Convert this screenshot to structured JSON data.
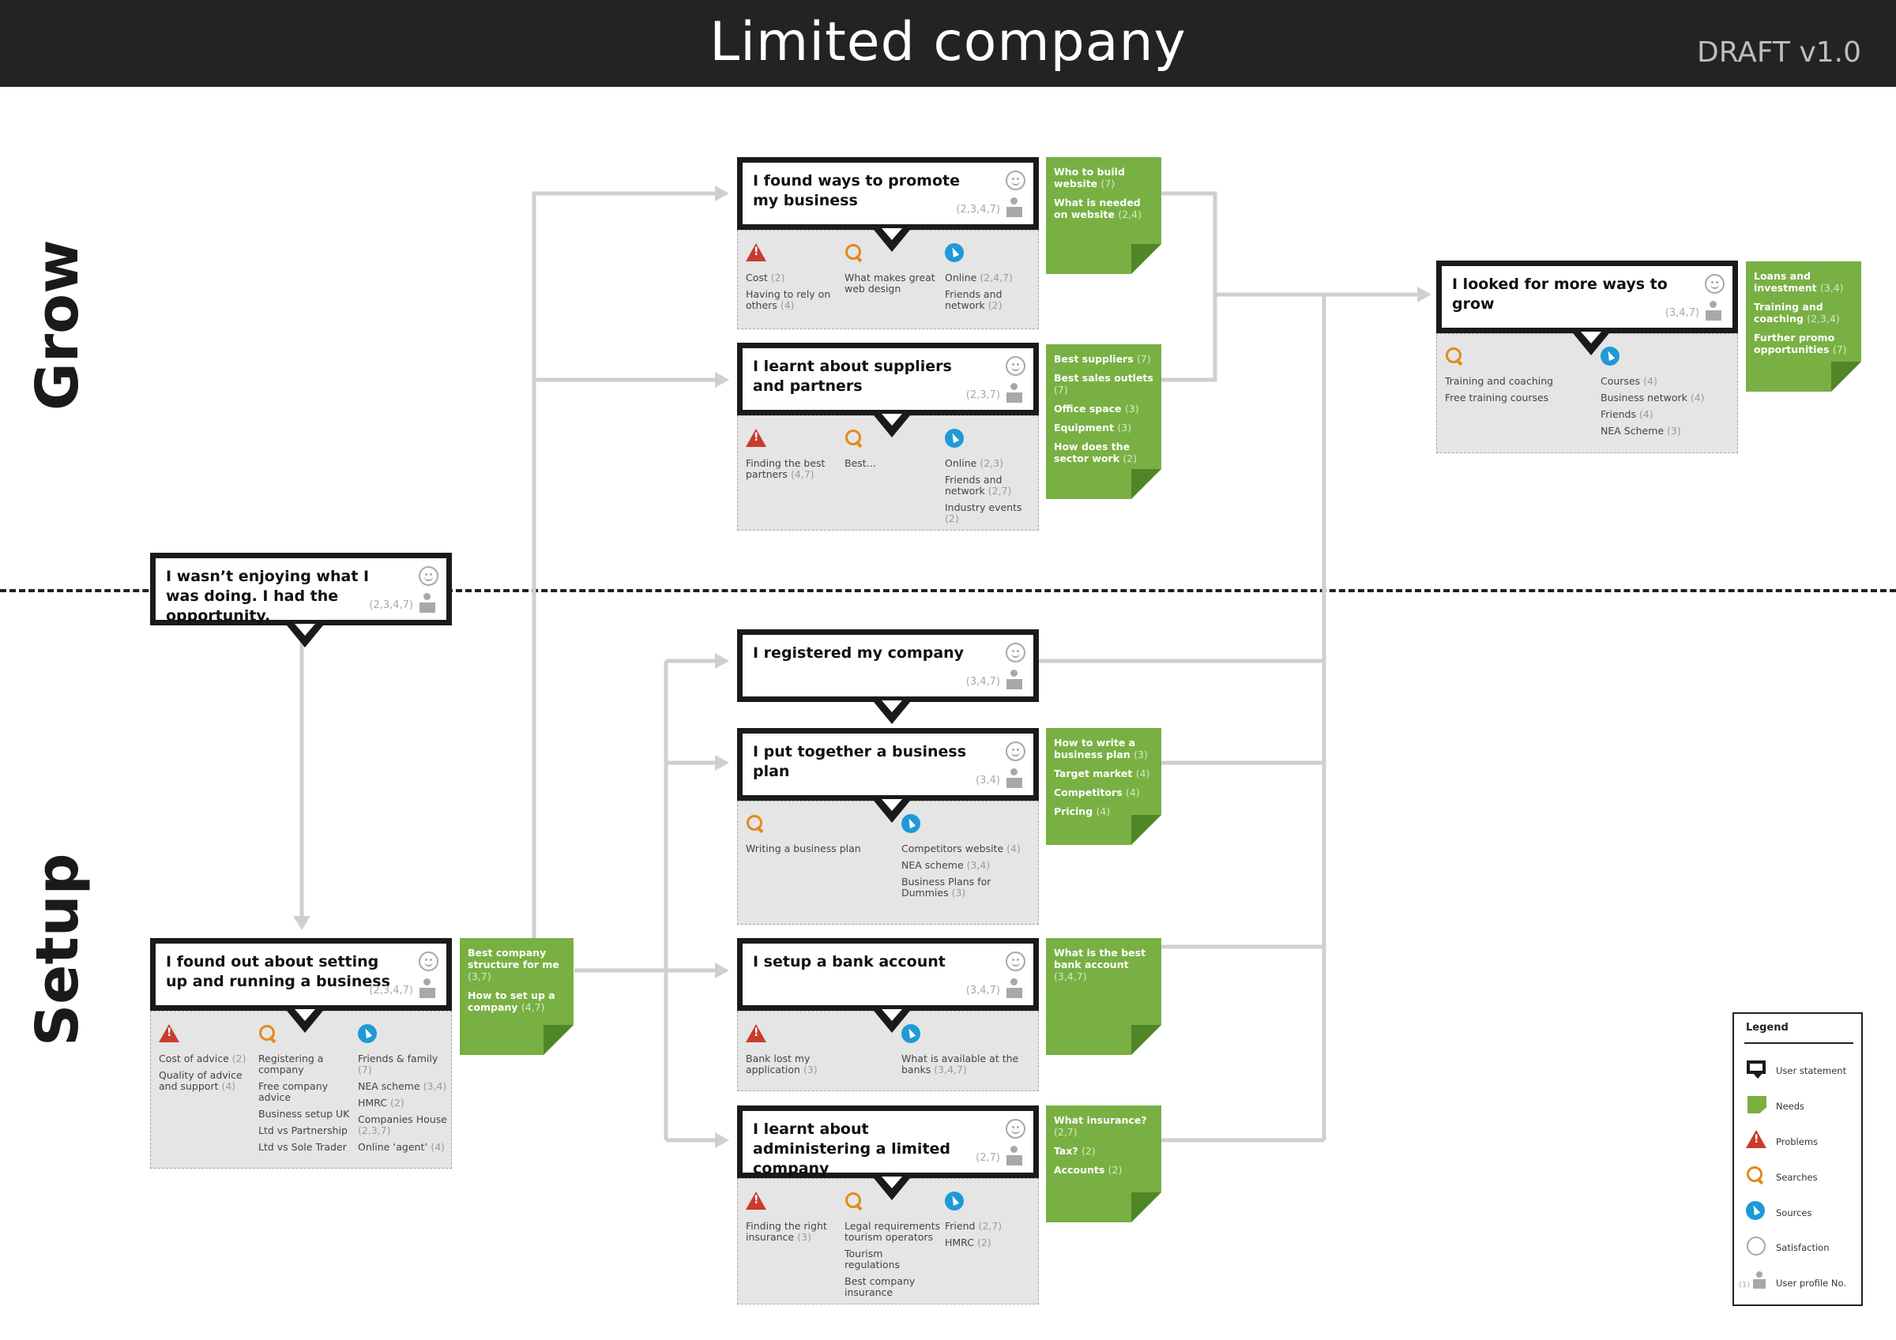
{
  "header": {
    "title": "Limited company",
    "version": "DRAFT v1.0"
  },
  "sections": {
    "grow": "Grow",
    "setup": "Setup"
  },
  "cards": {
    "enjoying": {
      "statement": "I wasn’t enjoying what I was doing. I had the opportunity.",
      "profiles": "(2,3,4,7)"
    },
    "found_out": {
      "statement": "I found out about setting up and running a business",
      "profiles": "(2,3,4,7)",
      "problems": [
        {
          "text": "Cost of advice",
          "n": "(2)"
        },
        {
          "text": "Quality of advice and support",
          "n": "(4)"
        }
      ],
      "searches": [
        {
          "text": "Registering a company",
          "n": ""
        },
        {
          "text": "Free company advice",
          "n": ""
        },
        {
          "text": "Business setup UK",
          "n": ""
        },
        {
          "text": "Ltd vs Partnership",
          "n": ""
        },
        {
          "text": "Ltd vs Sole Trader",
          "n": ""
        }
      ],
      "sources": [
        {
          "text": "Friends & family",
          "n": "(7)"
        },
        {
          "text": "NEA scheme",
          "n": "(3,4)"
        },
        {
          "text": "HMRC",
          "n": "(2)"
        },
        {
          "text": "Companies House",
          "n": "(2,3,7)"
        },
        {
          "text": "Online ‘agent’",
          "n": "(4)"
        }
      ],
      "needs": [
        {
          "text": "Best company structure for me",
          "n": "(3,7)"
        },
        {
          "text": "How to set up a company",
          "n": "(4,7)"
        }
      ]
    },
    "promote": {
      "statement": "I found ways to promote my business",
      "profiles": "(2,3,4,7)",
      "problems": [
        {
          "text": "Cost",
          "n": "(2)"
        },
        {
          "text": "Having to rely on others",
          "n": "(4)"
        }
      ],
      "searches": [
        {
          "text": "What makes great web design",
          "n": ""
        }
      ],
      "sources": [
        {
          "text": "Online",
          "n": "(2,4,7)"
        },
        {
          "text": "Friends and network",
          "n": "(2)"
        }
      ],
      "needs": [
        {
          "text": "Who to build website",
          "n": "(7)"
        },
        {
          "text": "What is needed on website",
          "n": "(2,4)"
        }
      ]
    },
    "suppliers": {
      "statement": "I learnt about suppliers and partners",
      "profiles": "(2,3,7)",
      "problems": [
        {
          "text": "Finding the best partners",
          "n": "(4,7)"
        }
      ],
      "searches": [
        {
          "text": "Best...",
          "n": ""
        }
      ],
      "sources": [
        {
          "text": "Online",
          "n": "(2,3)"
        },
        {
          "text": "Friends and network",
          "n": "(2,7)"
        },
        {
          "text": "Industry events",
          "n": "(2)"
        }
      ],
      "needs": [
        {
          "text": "Best suppliers",
          "n": "(7)"
        },
        {
          "text": "Best sales outlets",
          "n": "(7)"
        },
        {
          "text": "Office space",
          "n": "(3)"
        },
        {
          "text": "Equipment",
          "n": "(3)"
        },
        {
          "text": "How does the sector work",
          "n": "(2)"
        }
      ]
    },
    "grow_more": {
      "statement": "I looked for more ways to grow",
      "profiles": "(3,4,7)",
      "searches": [
        {
          "text": "Training and coaching",
          "n": ""
        },
        {
          "text": "Free training courses",
          "n": ""
        }
      ],
      "sources": [
        {
          "text": "Courses",
          "n": "(4)"
        },
        {
          "text": "Business network",
          "n": "(4)"
        },
        {
          "text": "Friends",
          "n": "(4)"
        },
        {
          "text": "NEA Scheme",
          "n": "(3)"
        }
      ],
      "needs": [
        {
          "text": "Loans and investment",
          "n": "(3,4)"
        },
        {
          "text": "Training and coaching",
          "n": "(2,3,4)"
        },
        {
          "text": "Further promo opportunities",
          "n": "(7)"
        }
      ]
    },
    "registered": {
      "statement": "I registered my company",
      "profiles": "(3,4,7)"
    },
    "plan": {
      "statement": "I put together a business plan",
      "profiles": "(3,4)",
      "searches": [
        {
          "text": "Writing a business plan",
          "n": ""
        }
      ],
      "sources": [
        {
          "text": "Competitors website",
          "n": "(4)"
        },
        {
          "text": "NEA scheme",
          "n": "(3,4)"
        },
        {
          "text": "Business Plans for Dummies",
          "n": "(3)"
        }
      ],
      "needs": [
        {
          "text": "How to write a business plan",
          "n": "(3)"
        },
        {
          "text": "Target market",
          "n": "(4)"
        },
        {
          "text": "Competitors",
          "n": "(4)"
        },
        {
          "text": "Pricing",
          "n": "(4)"
        }
      ]
    },
    "bank": {
      "statement": "I setup a bank account",
      "profiles": "(3,4,7)",
      "problems": [
        {
          "text": "Bank lost my application",
          "n": "(3)"
        }
      ],
      "sources": [
        {
          "text": "What is available at the banks",
          "n": "(3,4,7)"
        }
      ],
      "needs": [
        {
          "text": "What is the best bank account",
          "n": "(3,4,7)"
        }
      ]
    },
    "admin": {
      "statement": "I learnt about administering a limited company",
      "profiles": "(2,7)",
      "problems": [
        {
          "text": "Finding the right insurance",
          "n": "(3)"
        }
      ],
      "searches": [
        {
          "text": "Legal requirements tourism operators",
          "n": ""
        },
        {
          "text": "Tourism regulations",
          "n": ""
        },
        {
          "text": "Best company insurance",
          "n": ""
        }
      ],
      "sources": [
        {
          "text": "Friend",
          "n": "(2,7)"
        },
        {
          "text": "HMRC",
          "n": "(2)"
        }
      ],
      "needs": [
        {
          "text": "What insurance?",
          "n": "(2,7)"
        },
        {
          "text": "Tax?",
          "n": "(2)"
        },
        {
          "text": "Accounts",
          "n": "(2)"
        }
      ]
    }
  },
  "legend": {
    "title": "Legend",
    "items": [
      {
        "label": "User statement",
        "icon": "speech-card-icon"
      },
      {
        "label": "Needs",
        "icon": "green-note-icon"
      },
      {
        "label": "Problems",
        "icon": "warning-icon"
      },
      {
        "label": "Searches",
        "icon": "search-icon"
      },
      {
        "label": "Sources",
        "icon": "cursor-icon"
      },
      {
        "label": "Satisfaction",
        "icon": "smiley-icon"
      },
      {
        "label": "User profile No.",
        "icon": "person-icon",
        "prefix": "(1)"
      }
    ]
  },
  "colors": {
    "header": "#232323",
    "need": "#79b043",
    "problem": "#c93b2d",
    "search": "#e28a1c",
    "source": "#1f9ad6",
    "connector": "#cfcfcf"
  }
}
